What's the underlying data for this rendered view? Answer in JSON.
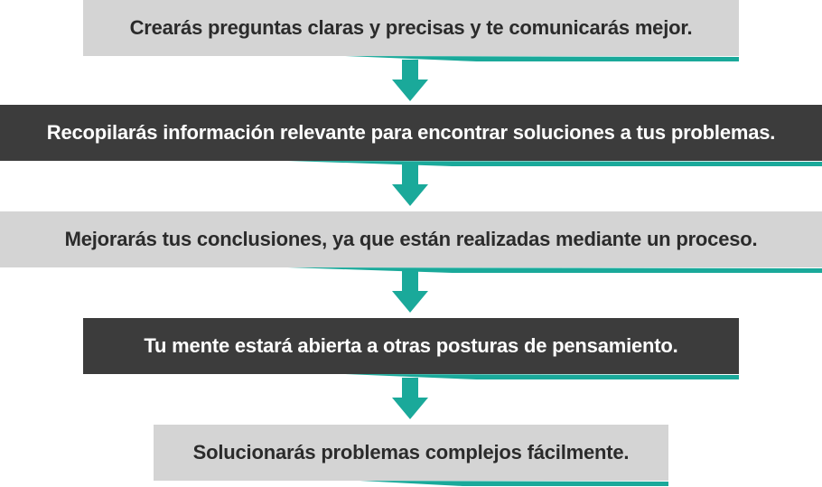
{
  "colors": {
    "light_box": "#d4d4d4",
    "dark_box": "#3c3c3c",
    "accent": "#1aa99a",
    "arrow": "#1aa99a"
  },
  "steps": [
    {
      "text": "Crearás preguntas claras y precisas y te comunicarás mejor.",
      "style": "light"
    },
    {
      "text": "Recopilarás información relevante para encontrar soluciones a tus problemas.",
      "style": "dark"
    },
    {
      "text": "Mejorarás tus conclusiones, ya que están realizadas mediante un proceso.",
      "style": "light"
    },
    {
      "text": "Tu mente estará abierta a otras posturas de pensamiento.",
      "style": "dark"
    },
    {
      "text": "Solucionarás problemas complejos fácilmente.",
      "style": "light"
    }
  ],
  "arrow_icon": "arrow-down-icon"
}
